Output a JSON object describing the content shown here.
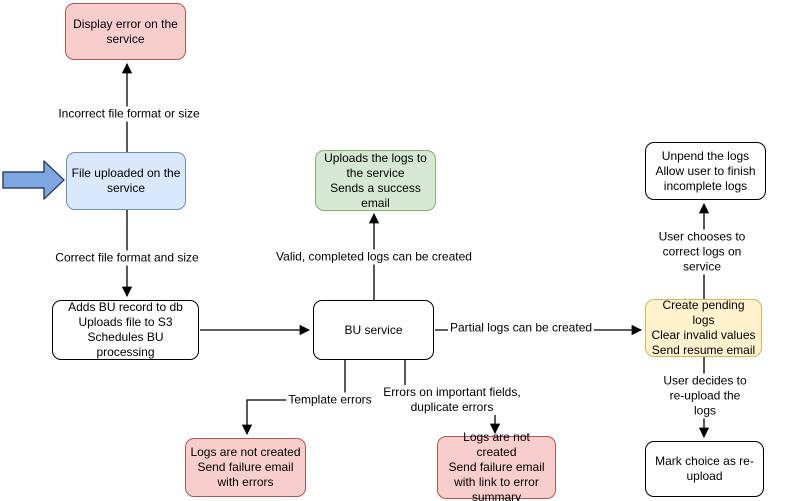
{
  "colors": {
    "pink_fill": "#f8cecc",
    "pink_stroke": "#b85450",
    "blue_fill": "#dae8fc",
    "blue_stroke": "#6c8ebf",
    "green_fill": "#d5e8d4",
    "green_stroke": "#82b366",
    "yellow_fill": "#fff2cc",
    "yellow_stroke": "#d6b656",
    "white_fill": "#ffffff",
    "line_stroke": "#000000",
    "block_arrow_fill": "#7ea6e0"
  },
  "nodes": {
    "display_error": {
      "label": "Display error on the\nservice"
    },
    "file_uploaded": {
      "label": "File uploaded on the\nservice"
    },
    "adds_bu": {
      "label": "Adds BU record to db\nUploads file to S3\nSchedules BU processing"
    },
    "uploads_logs": {
      "label": "Uploads the logs to\nthe service\nSends a success\nemail"
    },
    "bu_service": {
      "label": "BU service"
    },
    "create_pending": {
      "label": "Create pending logs\nClear invalid values\nSend resume email"
    },
    "unpend": {
      "label": "Unpend the logs\nAllow user to finish\nincomplete logs"
    },
    "mark_choice": {
      "label": "Mark choice as re-\nupload"
    },
    "logs_not_created_errors": {
      "label": "Logs are not created\nSend failure email\nwith errors"
    },
    "logs_not_created_summary": {
      "label": "Logs are not created\nSend failure email\nwith link to error\nsummary"
    }
  },
  "edge_labels": {
    "incorrect_file": "Incorrect file format or size",
    "correct_file": "Correct file format and size",
    "valid_logs": "Valid, completed logs can be created",
    "partial_logs": "Partial logs can be created",
    "template_errors": "Template errors",
    "field_errors": "Errors on important fields,\nduplicate errors",
    "user_corrects": "User chooses to correct logs on service",
    "user_reuploads": "User decides to re-upload the logs"
  }
}
